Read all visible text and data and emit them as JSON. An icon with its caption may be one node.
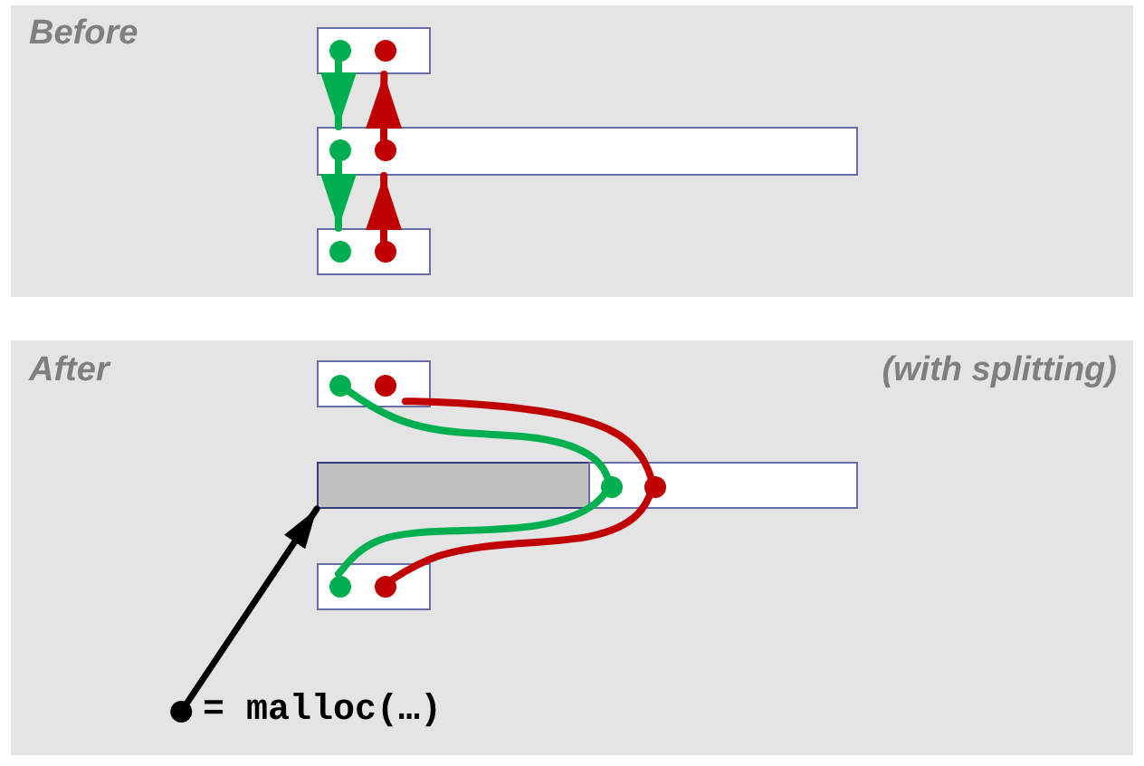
{
  "diagram": {
    "nodes": [
      {
        "text": [
          "Before"
        ]
      },
      {
        "text": [],
        "shape": "box",
        "in": 0
      },
      {
        "text": [],
        "shape": "circle",
        "in": 1
      },
      {
        "text": [],
        "shape": "circle",
        "in": 1
      },
      {
        "text": [],
        "shape": "box",
        "in": 0
      },
      {
        "text": [],
        "shape": "circle",
        "in": 4
      },
      {
        "text": [],
        "shape": "circle",
        "in": 4
      },
      {
        "text": [],
        "shape": "box",
        "in": 0
      },
      {
        "text": [],
        "shape": "circle",
        "in": 7
      },
      {
        "text": [],
        "shape": "circle",
        "in": 7
      },
      {
        "text": [
          "After",
          "(with splitting)"
        ]
      },
      {
        "text": [],
        "shape": "box",
        "in": 10
      },
      {
        "text": [],
        "shape": "circle",
        "in": 11
      },
      {
        "text": [],
        "shape": "circle",
        "in": 11
      },
      {
        "text": [],
        "shape": "box",
        "in": 10
      },
      {
        "text": [],
        "shape": "box",
        "in": 10
      },
      {
        "text": [],
        "shape": "circle",
        "in": 15
      },
      {
        "text": [],
        "shape": "circle",
        "in": 15
      },
      {
        "text": [],
        "shape": "box",
        "in": 10
      },
      {
        "text": [],
        "shape": "circle",
        "in": 18
      },
      {
        "text": [],
        "shape": "circle",
        "in": 18
      },
      {
        "text": [
          "= malloc(…)"
        ],
        "in": 10
      }
    ],
    "edges": [
      {
        "from": 2,
        "to": 4,
        "arrow": "to",
        "color": "#00b050"
      },
      {
        "from": 6,
        "to": 1,
        "arrow": "to",
        "color": "#c00000"
      },
      {
        "from": 5,
        "to": 7,
        "arrow": "to",
        "color": "#00b050"
      },
      {
        "from": 9,
        "to": 4,
        "arrow": "to",
        "color": "#c00000"
      },
      {
        "from": 12,
        "to": 16,
        "arrow": "none",
        "color": "#00b050"
      },
      {
        "from": 13,
        "to": 17,
        "arrow": "none",
        "color": "#c00000"
      },
      {
        "from": 19,
        "to": 16,
        "arrow": "none",
        "color": "#00b050"
      },
      {
        "from": 20,
        "to": 17,
        "arrow": "none",
        "color": "#c00000"
      },
      {
        "from": 21,
        "to": 14,
        "arrow": "to",
        "color": "#000000"
      }
    ]
  }
}
